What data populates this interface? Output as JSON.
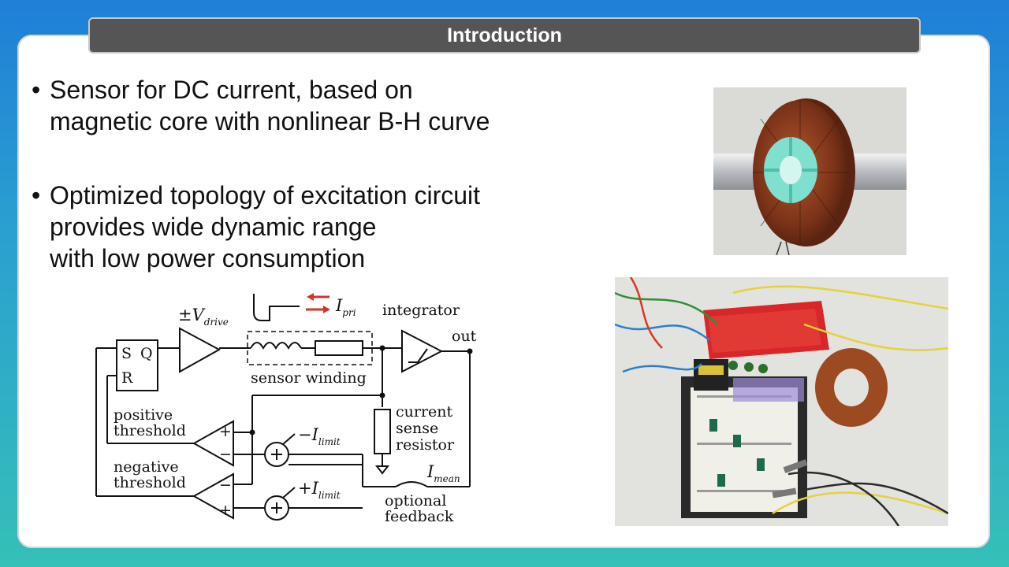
{
  "header": {
    "title": "Introduction"
  },
  "bullets": [
    {
      "lines": [
        "Sensor for DC current, based on",
        "magnetic core with nonlinear B-H curve"
      ]
    },
    {
      "lines": [
        "Optimized topology of excitation circuit",
        "provides wide dynamic range",
        "with low power consumption"
      ]
    }
  ],
  "diagram": {
    "vdrive_prefix": "±V",
    "vdrive_sub": "drive",
    "ipri": "I",
    "ipri_sub": "pri",
    "integrator": "integrator",
    "out": "out",
    "sr_s": "S",
    "sr_q": "Q",
    "sr_r": "R",
    "sensor_winding": "sensor winding",
    "current_sense_resistor": [
      "current",
      "sense",
      "resistor"
    ],
    "positive_threshold": [
      "positive",
      "threshold"
    ],
    "negative_threshold": [
      "negative",
      "threshold"
    ],
    "minus_ilimit_prefix": "−I",
    "plus_ilimit_prefix": "+I",
    "ilimit_sub": "limit",
    "imean": "I",
    "imean_sub": "mean",
    "optional_feedback": [
      "optional",
      "feedback"
    ],
    "plus_sign": "+",
    "minus_sign": "−"
  },
  "colors": {
    "arrow_red": "#d9302c",
    "title_bg": "#555555",
    "toroid_copper": "#8a3a1e",
    "spool_teal": "#7fe0cf"
  }
}
